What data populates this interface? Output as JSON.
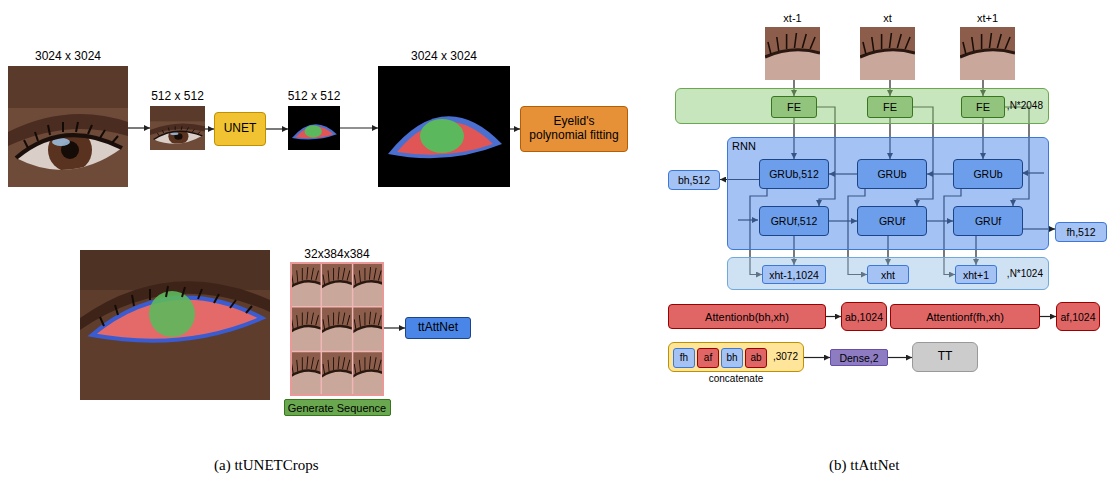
{
  "diagram": {
    "nodes": [
      {
        "text": [
          "3024 x 3024"
        ]
      },
      {
        "text": [
          "512 x 512"
        ]
      },
      {
        "text": [
          "UNET"
        ]
      },
      {
        "text": [
          "512 x 512"
        ]
      },
      {
        "text": [
          "3024 x 3024"
        ]
      },
      {
        "text": [
          "Eyelid's polynomial fitting"
        ]
      },
      {
        "text": [
          "32x384x384"
        ]
      },
      {
        "text": [
          "Generate Sequence"
        ]
      },
      {
        "text": [
          "ttAttNet"
        ]
      },
      {
        "text": [
          "xt-1"
        ]
      },
      {
        "text": [
          "xt"
        ]
      },
      {
        "text": [
          "xt+1"
        ]
      },
      {
        "text": [
          ",N*2048"
        ]
      },
      {
        "text": [
          "FE"
        ],
        "in": 12
      },
      {
        "text": [
          "FE"
        ],
        "in": 12
      },
      {
        "text": [
          "FE"
        ],
        "in": 12
      },
      {
        "text": [
          "RNN"
        ]
      },
      {
        "text": [
          "GRUb,512"
        ],
        "in": 16
      },
      {
        "text": [
          "GRUb"
        ],
        "in": 16
      },
      {
        "text": [
          "GRUb"
        ],
        "in": 16
      },
      {
        "text": [
          "GRUf,512"
        ],
        "in": 16
      },
      {
        "text": [
          "GRUf"
        ],
        "in": 16
      },
      {
        "text": [
          "GRUf"
        ],
        "in": 16
      },
      {
        "text": [
          "bh,512"
        ]
      },
      {
        "text": [
          "fh,512"
        ]
      },
      {
        "text": [
          ",N*1024"
        ]
      },
      {
        "text": [
          "xht-1,1024"
        ],
        "in": 25
      },
      {
        "text": [
          "xht"
        ],
        "in": 25
      },
      {
        "text": [
          "xht+1"
        ],
        "in": 25
      },
      {
        "text": [
          "Attentionb(bh,xh)"
        ]
      },
      {
        "text": [
          "ab,1024"
        ]
      },
      {
        "text": [
          "Attentionf(fh,xh)"
        ]
      },
      {
        "text": [
          "af,1024"
        ]
      },
      {
        "text": [
          ",3072",
          "concatenate"
        ]
      },
      {
        "text": [
          "fh"
        ],
        "in": 33
      },
      {
        "text": [
          "af"
        ],
        "in": 33
      },
      {
        "text": [
          "bh"
        ],
        "in": 33
      },
      {
        "text": [
          "ab"
        ],
        "in": 33
      },
      {
        "text": [
          "Dense,2"
        ]
      },
      {
        "text": [
          "TT"
        ]
      }
    ],
    "edges": [
      {
        "from": 0,
        "to": 1,
        "arrow": "to"
      },
      {
        "from": 1,
        "to": 2,
        "arrow": "to"
      },
      {
        "from": 2,
        "to": 3,
        "arrow": "to"
      },
      {
        "from": 3,
        "to": 4,
        "arrow": "to"
      },
      {
        "from": 4,
        "to": 5,
        "arrow": "to"
      },
      {
        "from": 6,
        "to": 8,
        "arrow": "to"
      },
      {
        "from": 9,
        "to": 13,
        "arrow": "to"
      },
      {
        "from": 10,
        "to": 14,
        "arrow": "to"
      },
      {
        "from": 11,
        "to": 15,
        "arrow": "to"
      },
      {
        "from": 13,
        "to": 17,
        "arrow": "to"
      },
      {
        "from": 13,
        "to": 20,
        "arrow": "to"
      },
      {
        "from": 14,
        "to": 18,
        "arrow": "to"
      },
      {
        "from": 14,
        "to": 21,
        "arrow": "to"
      },
      {
        "from": 15,
        "to": 19,
        "arrow": "to"
      },
      {
        "from": 15,
        "to": 22,
        "arrow": "to"
      },
      {
        "from": 19,
        "to": 18,
        "arrow": "to"
      },
      {
        "from": 18,
        "to": 17,
        "arrow": "to"
      },
      {
        "from": 17,
        "to": 23,
        "arrow": "to"
      },
      {
        "from": 20,
        "to": 21,
        "arrow": "to"
      },
      {
        "from": 21,
        "to": 22,
        "arrow": "to"
      },
      {
        "from": 22,
        "to": 24,
        "arrow": "to"
      },
      {
        "from": 17,
        "to": 26,
        "arrow": "to"
      },
      {
        "from": 20,
        "to": 26,
        "arrow": "to"
      },
      {
        "from": 18,
        "to": 27,
        "arrow": "to"
      },
      {
        "from": 21,
        "to": 27,
        "arrow": "to"
      },
      {
        "from": 19,
        "to": 28,
        "arrow": "to"
      },
      {
        "from": 22,
        "to": 28,
        "arrow": "to"
      },
      {
        "from": 29,
        "to": 30,
        "arrow": "to"
      },
      {
        "from": 31,
        "to": 32,
        "arrow": "to"
      },
      {
        "from": 33,
        "to": 38,
        "arrow": "to"
      },
      {
        "from": 38,
        "to": 39,
        "arrow": "to"
      }
    ],
    "labels": [
      "(a) ttUNETCrops",
      "(b) ttAttNet"
    ]
  }
}
